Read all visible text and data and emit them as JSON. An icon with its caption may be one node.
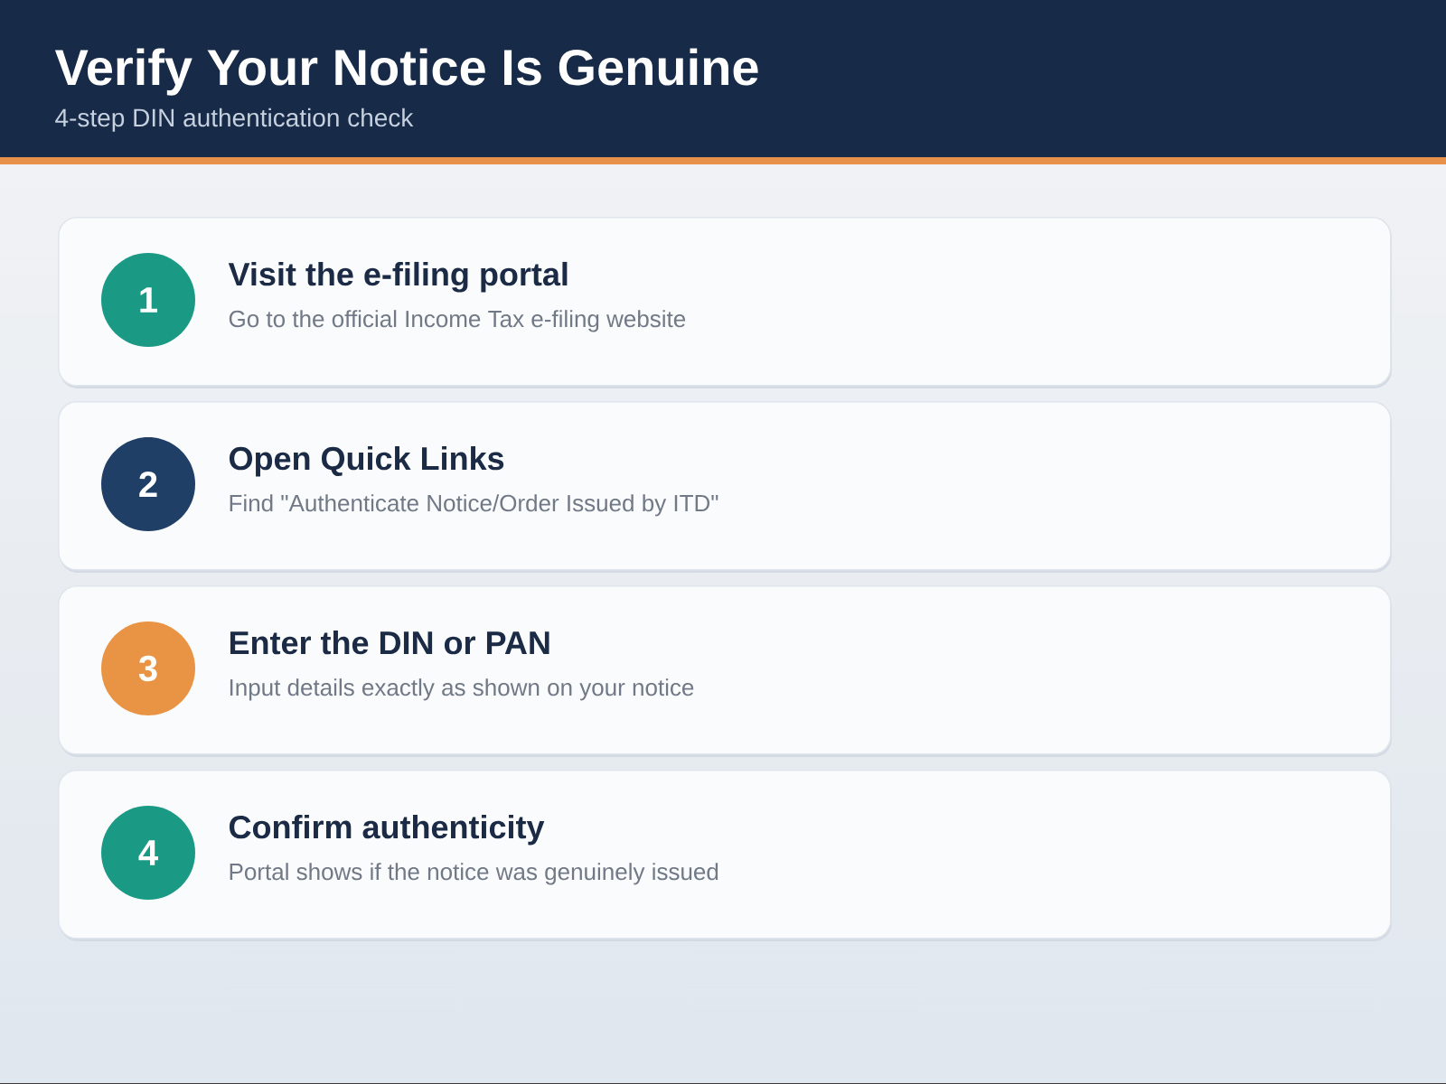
{
  "diagram": {
    "title": "Verify Your Notice Is Genuine",
    "nodes": [
      {
        "text": [
          "Visit the e-filing portal",
          "Go to the official Income Tax e-filing website"
        ]
      },
      {
        "text": [
          "1"
        ],
        "in": 0
      },
      {
        "text": [
          "Open Quick Links",
          "Find \"Authenticate Notice/Order Issued by ITD\""
        ]
      },
      {
        "text": [
          "2"
        ],
        "in": 2
      },
      {
        "text": [
          "Enter the DIN or PAN",
          "Input details exactly as shown on your notice"
        ]
      },
      {
        "text": [
          "3"
        ],
        "in": 4
      },
      {
        "text": [
          "Confirm authenticity",
          "Portal shows if the notice was genuinely issued"
        ]
      },
      {
        "text": [
          "4"
        ],
        "in": 6
      }
    ],
    "labels": [
      "4-step DIN authentication check"
    ]
  }
}
